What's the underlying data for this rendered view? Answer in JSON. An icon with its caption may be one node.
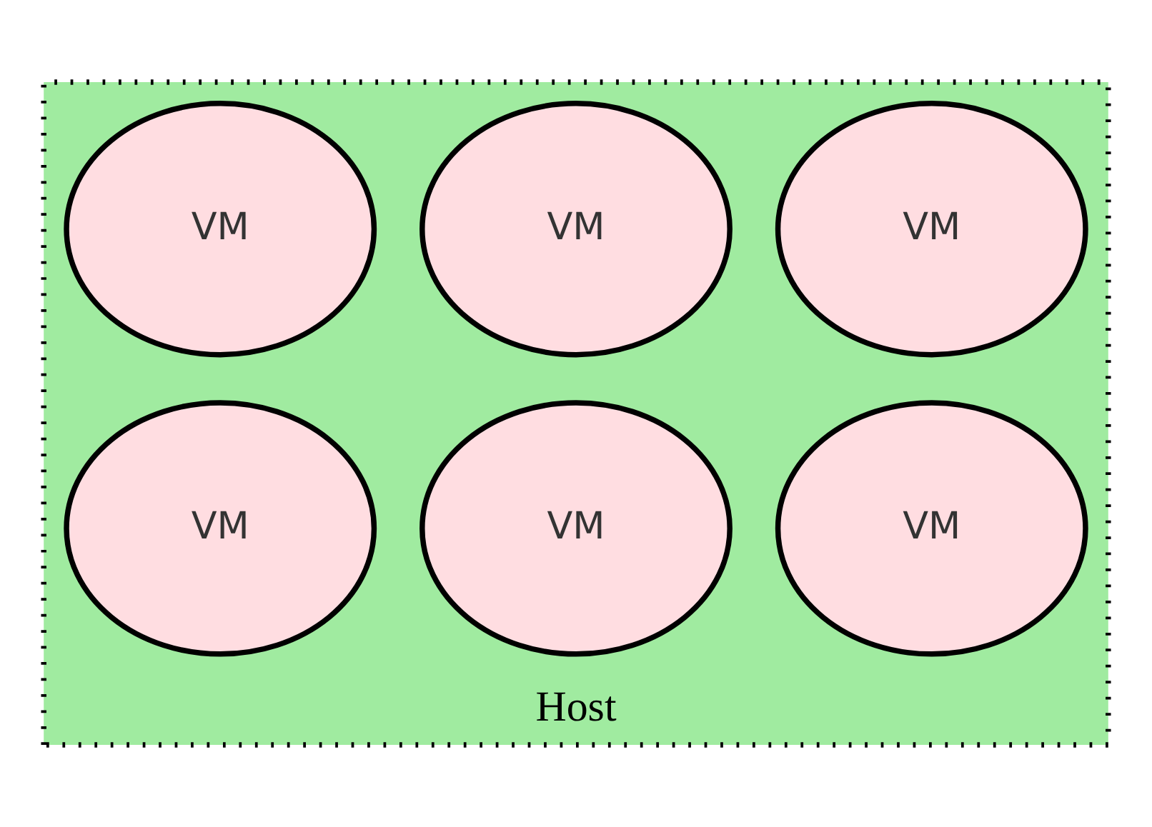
{
  "diagram": {
    "nodes": [
      {
        "text": [
          "Host"
        ]
      },
      {
        "text": [
          "VM"
        ],
        "in": 0
      },
      {
        "text": [
          "VM"
        ],
        "in": 0
      },
      {
        "text": [
          "VM"
        ],
        "in": 0
      },
      {
        "text": [
          "VM"
        ],
        "in": 0
      },
      {
        "text": [
          "VM"
        ],
        "in": 0
      },
      {
        "text": [
          "VM"
        ],
        "in": 0
      }
    ]
  }
}
